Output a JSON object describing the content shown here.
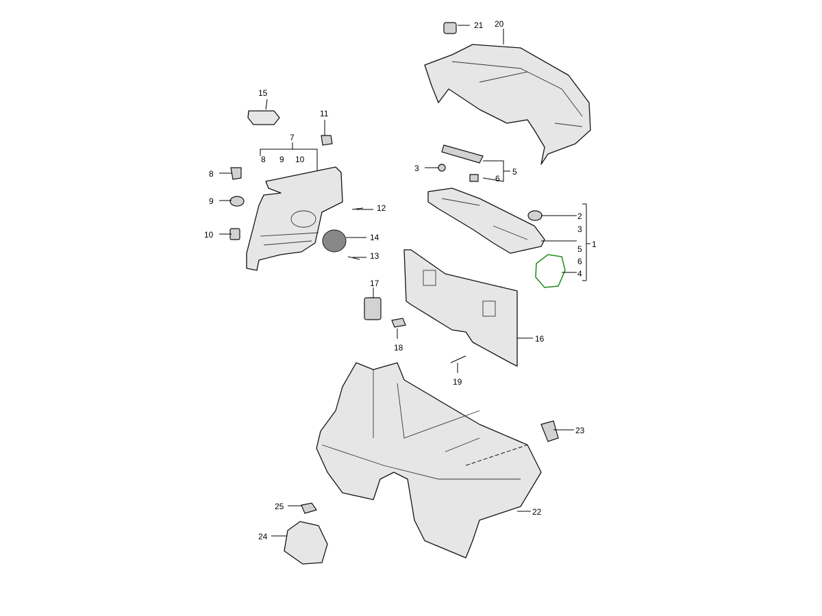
{
  "diagram": {
    "title": "",
    "accent_color": "#1a8a1a",
    "callouts": {
      "p1": "1",
      "p2": "2",
      "p3a": "3",
      "p3b": "3",
      "p4": "4",
      "p5a": "5",
      "p5b": "5",
      "p6a": "6",
      "p6b": "6",
      "p7": "7",
      "p8a": "8",
      "p8b": "8",
      "p9a": "9",
      "p9b": "9",
      "p10a": "10",
      "p10b": "10",
      "p11": "11",
      "p12": "12",
      "p13": "13",
      "p14": "14",
      "p15": "15",
      "p16": "16",
      "p17": "17",
      "p18": "18",
      "p19": "19",
      "p20": "20",
      "p21": "21",
      "p22": "22",
      "p23": "23",
      "p24": "24",
      "p25": "25"
    }
  }
}
